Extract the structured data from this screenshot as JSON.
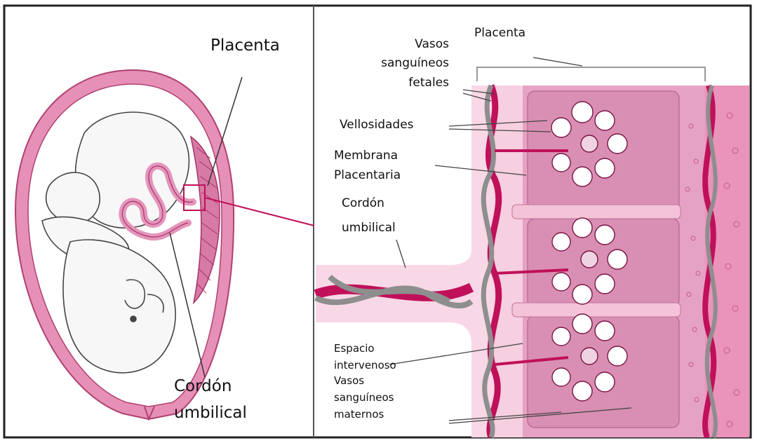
{
  "left_panel": {
    "label_placenta": "Placenta",
    "label_cordon": [
      "Cordón",
      "umbilical"
    ]
  },
  "right_panel": {
    "label_placenta": "Placenta",
    "label_vasos_fetales": [
      "Vasos",
      "sanguíneos",
      "fetales"
    ],
    "label_vellosidades": "Vellosidades",
    "label_membrana": [
      "Membrana",
      "Placentaria"
    ],
    "label_cordon": [
      "Cordón",
      "umbilical"
    ],
    "label_espacio": [
      "Espacio",
      "intervenoso"
    ],
    "label_vasos_maternos": [
      "Vasos",
      "sanguíneos",
      "maternos"
    ]
  },
  "colors": {
    "pink_light": "#f6cfe0",
    "pink_mid": "#e99cc0",
    "pink_dark": "#cd3d80",
    "magenta": "#c0105a",
    "gray_vessel": "#8e8e8e"
  }
}
